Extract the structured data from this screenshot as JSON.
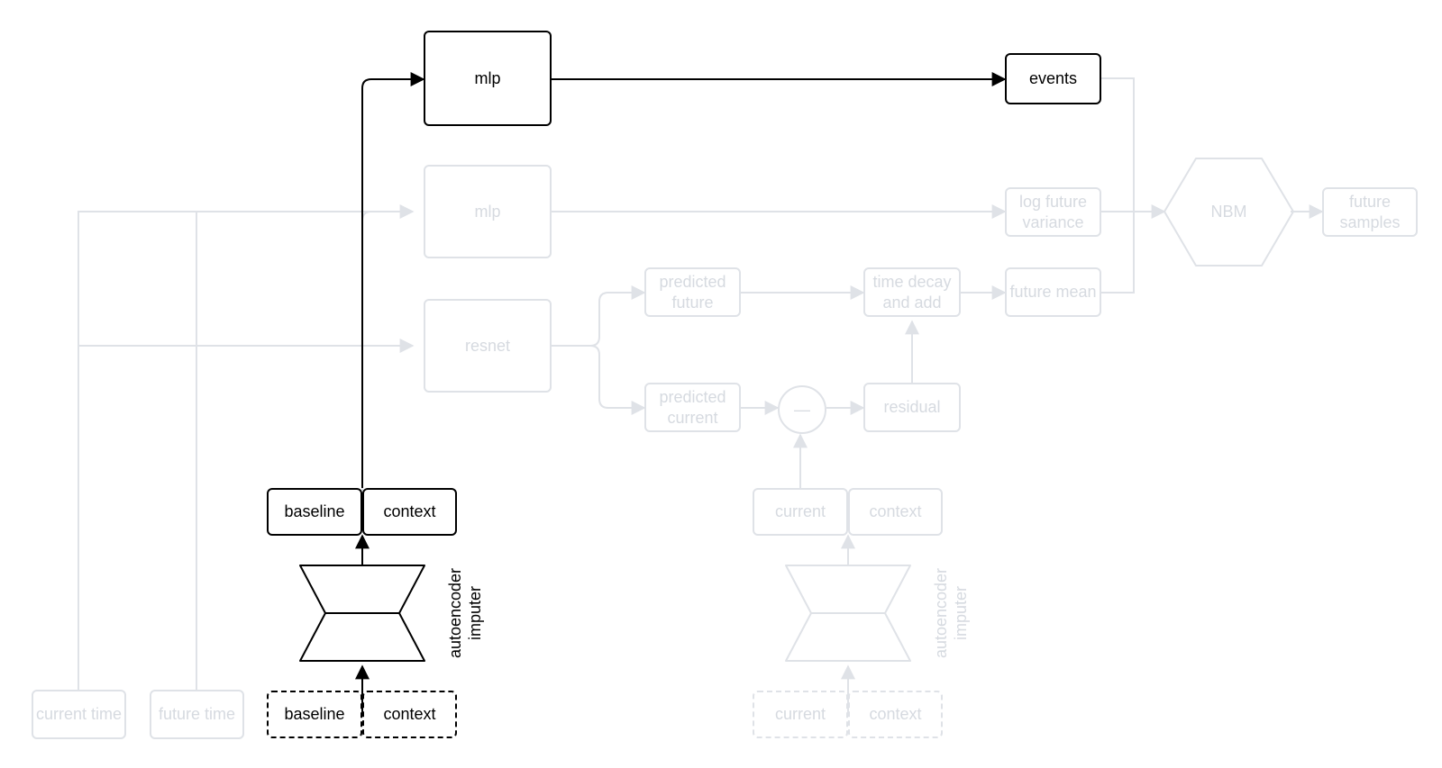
{
  "nodes": {
    "mlp_top": "mlp",
    "events": "events",
    "mlp_mid": "mlp",
    "log_future_variance": "log future variance",
    "nbm": "NBM",
    "future_samples": "future samples",
    "resnet": "resnet",
    "predicted_future": "predicted future",
    "time_decay_and_add": "time decay and add",
    "future_mean": "future mean",
    "predicted_current": "predicted current",
    "minus_op": "—",
    "residual": "residual",
    "left_out_baseline": "baseline",
    "left_out_context": "context",
    "left_in_baseline": "baseline",
    "left_in_context": "context",
    "right_out_current": "current",
    "right_out_context": "context",
    "right_in_current": "current",
    "right_in_context": "context",
    "current_time": "current time",
    "future_time": "future time",
    "autoencoder_label_left": "autoencoder imputer",
    "autoencoder_label_right": "autoencoder imputer"
  },
  "colors": {
    "active": "#000000",
    "inactive": "#dfe2e7",
    "inactive_text": "#d6dae0"
  }
}
